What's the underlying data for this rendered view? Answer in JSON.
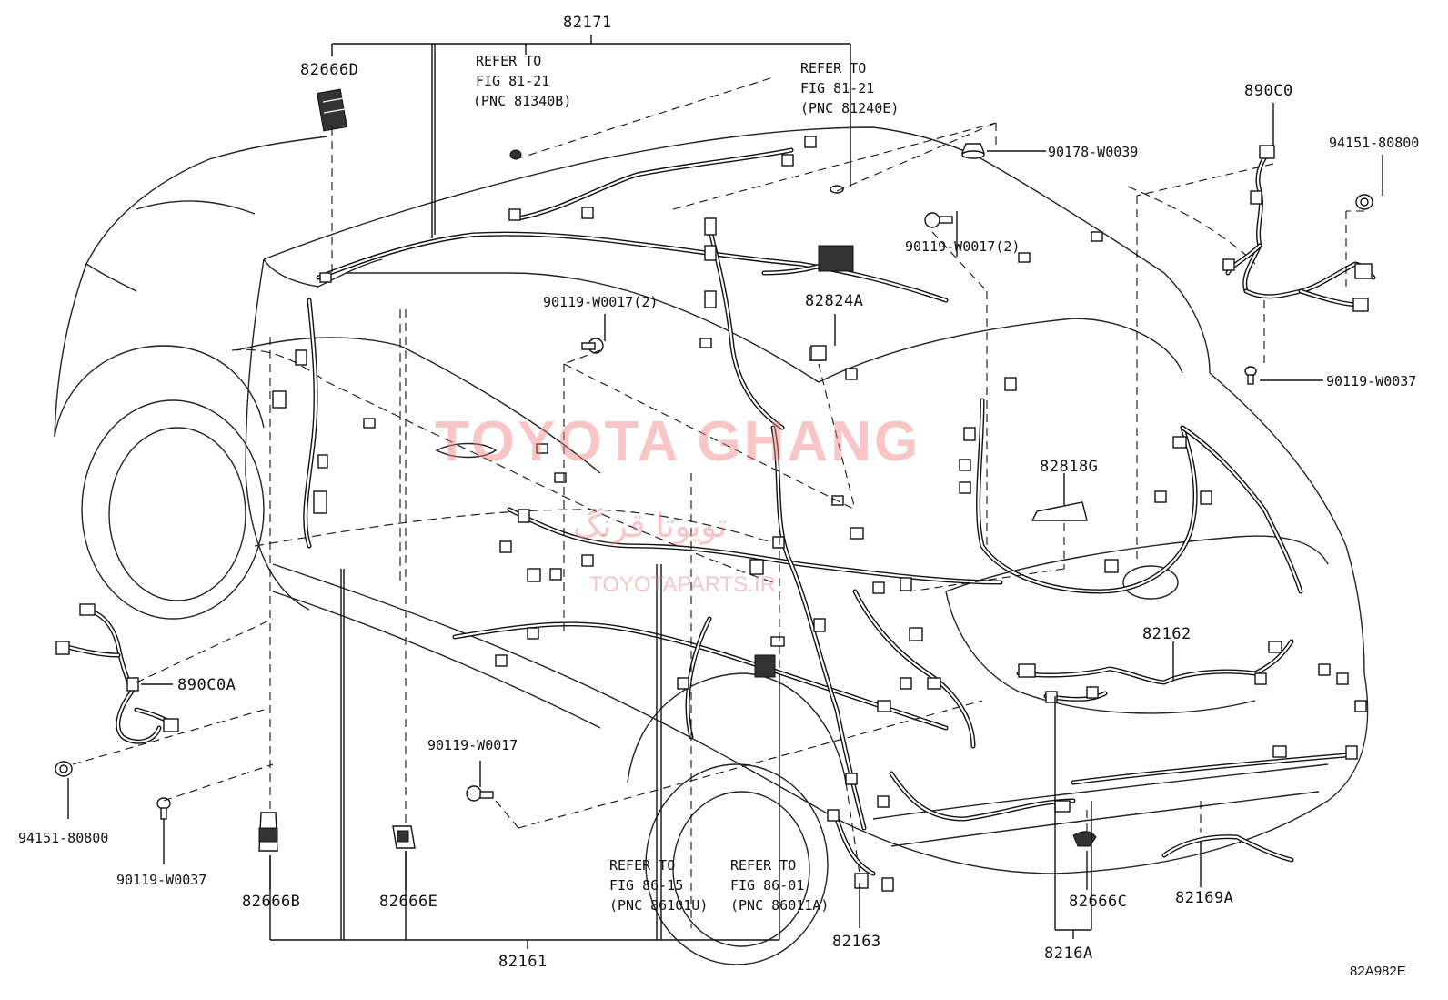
{
  "diagram_id": "82A982E",
  "watermark": {
    "main": "TOYOTA GHANG",
    "persian": "تویوتا قرنگ",
    "url": "TOYOTAPARTS.IR"
  },
  "labels": {
    "p82171": "82171",
    "p82666D": "82666D",
    "refer1": [
      "REFER TO",
      "FIG 81-21",
      "(PNC 81340B)"
    ],
    "refer2": [
      "REFER TO",
      "FIG 81-21",
      "(PNC 81240E)"
    ],
    "p90178": "90178-W0039",
    "p890C0": "890C0",
    "p94151_r": "94151-80800",
    "p90119_2a": "90119-W0017(2)",
    "p90119_2b": "90119-W0017(2)",
    "p82824A": "82824A",
    "p90119_W0037_r": "90119-W0037",
    "p82818G": "82818G",
    "p890C0A": "890C0A",
    "p94151_l": "94151-80800",
    "p90119_W0037_l": "90119-W0037",
    "p90119_W0017": "90119-W0017",
    "refer3": [
      "REFER TO",
      "FIG 86-15",
      "(PNC 86101U)"
    ],
    "refer4": [
      "REFER TO",
      "FIG 86-01",
      "(PNC 86011A)"
    ],
    "p82162": "82162",
    "p82666B": "82666B",
    "p82666E": "82666E",
    "p82163": "82163",
    "p82666C": "82666C",
    "p82169A": "82169A",
    "p82161": "82161",
    "p8216A": "8216A"
  }
}
